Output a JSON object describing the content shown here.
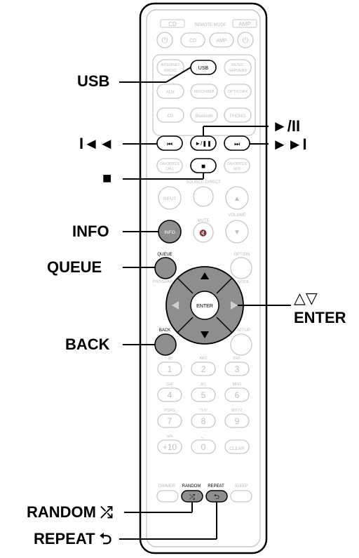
{
  "remote": {
    "cd_tag": "CD",
    "remote_mode": "REMOTE MODE",
    "amp_tag": "AMP",
    "btn_cd": "CD",
    "btn_amp": "AMP",
    "internet_radio_1": "INTERNET",
    "internet_radio_2": "RADIO",
    "usb": "USB",
    "music_servers_1": "MUSIC",
    "music_servers_2": "SERVERS",
    "aux": "AUX",
    "recorder": "RECORDER",
    "opt_coax": "OPT/COAX",
    "cd": "CD",
    "bluetooth": "Bluetooth",
    "phono": "PHONO",
    "prev": "⏮",
    "play_pause": "►/❚❚",
    "next": "⏭",
    "fav_call_1": "FAVORITES",
    "fav_call_2": "CALL",
    "stop": "■",
    "fav_add_1": "FAVORITES",
    "fav_add_2": "ADD",
    "source_direct": "SOURCE DIRECT",
    "input": "INPUT",
    "up": "▲",
    "volume": "VOLUME",
    "mute": "MUTE",
    "info": "INFO",
    "down": "▼",
    "queue": "QUEUE",
    "option": "OPTION",
    "program": "PROGRAM",
    "mode": "MODE",
    "enter": "ENTER",
    "back": "BACK",
    "setup": "SETUP",
    "keypad": [
      {
        "sub": ".@/",
        "num": "1"
      },
      {
        "sub": "ABC",
        "num": "2"
      },
      {
        "sub": "DEF",
        "num": "3"
      },
      {
        "sub": "GHI",
        "num": "4"
      },
      {
        "sub": "JKL",
        "num": "5"
      },
      {
        "sub": "MNO",
        "num": "6"
      },
      {
        "sub": "PQRS",
        "num": "7"
      },
      {
        "sub": "TUV",
        "num": "8"
      },
      {
        "sub": "WXYZ",
        "num": "9"
      },
      {
        "sub": "a/A",
        "num": "+10"
      },
      {
        "sub": "␣ ' ",
        "num": "0"
      },
      {
        "sub": "",
        "num": "CLEAR"
      }
    ],
    "dimmer": "DIMMER",
    "random": "RANDOM",
    "repeat": "REPEAT",
    "sleep": "SLEEP"
  },
  "callouts": {
    "usb": "USB",
    "prev": "I◄◄",
    "play_pause": "►/II",
    "next": "►►I",
    "stop": "■",
    "info": "INFO",
    "queue": "QUEUE",
    "cursor": "△▽",
    "enter": "ENTER",
    "back": "BACK",
    "random": "RANDOM ⤮",
    "repeat": "REPEAT ⮌"
  },
  "colors": {
    "highlight": "#8e8e8e",
    "faded_stroke": "#c6c6c6",
    "faded_text": "#bdbdbd",
    "line": "#000000"
  }
}
